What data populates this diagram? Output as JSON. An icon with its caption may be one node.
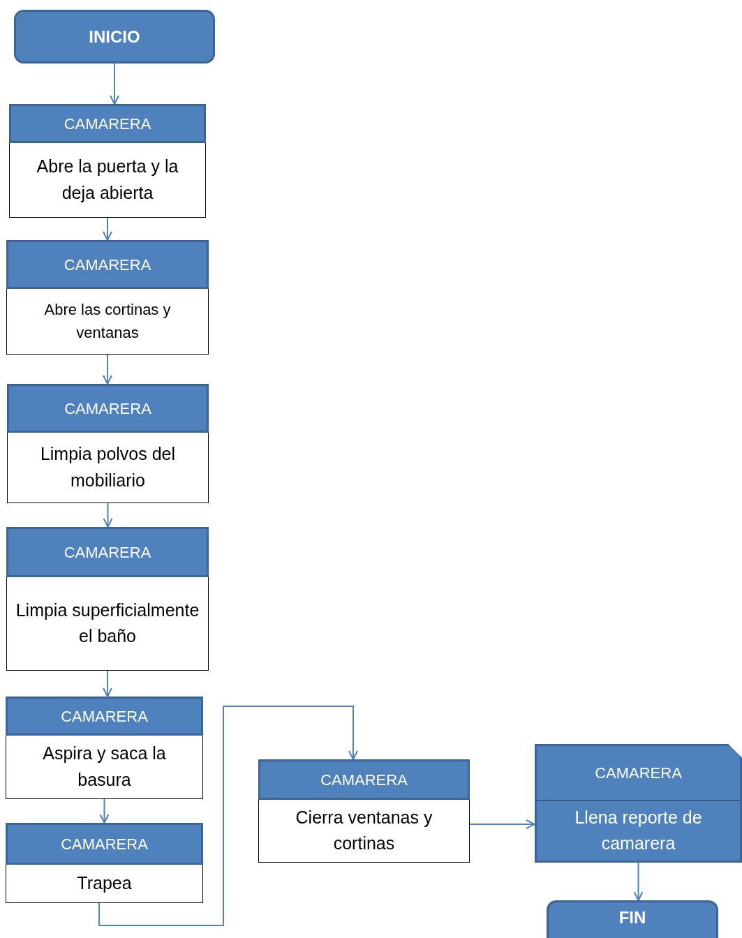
{
  "diagram": {
    "nodes": [
      {
        "text": [
          "INICIO"
        ]
      },
      {
        "text": [
          "CAMARERA",
          "Abre la puerta y la deja abierta"
        ]
      },
      {
        "text": [
          "CAMARERA",
          "Abre las cortinas y ventanas"
        ]
      },
      {
        "text": [
          "CAMARERA",
          "Limpia polvos del mobiliario"
        ]
      },
      {
        "text": [
          "CAMARERA",
          "Limpia superficialmente el baño"
        ]
      },
      {
        "text": [
          "CAMARERA",
          "Aspira y saca la basura"
        ]
      },
      {
        "text": [
          "CAMARERA",
          "Trapea"
        ]
      },
      {
        "text": [
          "CAMARERA",
          "Cierra ventanas y cortinas"
        ]
      },
      {
        "text": [
          "CAMARERA",
          "Llena reporte de camarera"
        ]
      },
      {
        "text": [
          "FIN"
        ]
      }
    ],
    "edges": [
      {
        "from": 0,
        "to": 1,
        "arrow": "to"
      },
      {
        "from": 1,
        "to": 2,
        "arrow": "to"
      },
      {
        "from": 2,
        "to": 3,
        "arrow": "to"
      },
      {
        "from": 3,
        "to": 4,
        "arrow": "to"
      },
      {
        "from": 4,
        "to": 5,
        "arrow": "to"
      },
      {
        "from": 5,
        "to": 6,
        "arrow": "to"
      },
      {
        "from": 6,
        "to": 7,
        "arrow": "to"
      },
      {
        "from": 7,
        "to": 8,
        "arrow": "to"
      },
      {
        "from": 8,
        "to": 9,
        "arrow": "to"
      }
    ]
  }
}
